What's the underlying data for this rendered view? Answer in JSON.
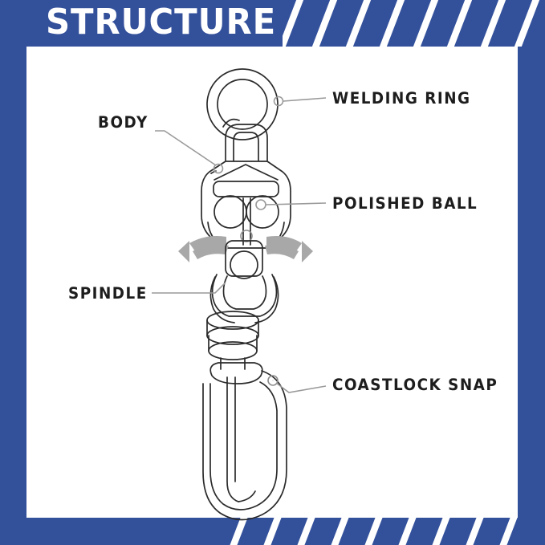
{
  "poster": {
    "title": "STRUCTURE",
    "background_color": "#33509B",
    "panel_color": "#FFFFFF",
    "stripe_color": "#FFFFFF",
    "label_color": "#1D1D1D",
    "line_color": "#9A9A9A",
    "drawing_stroke_color": "#2B2B2B",
    "swivel_arrow_color": "#9E9E9E"
  },
  "labels": {
    "welding_ring": "WELDING RING",
    "polished_ball": "POLISHED BALL",
    "coastlock_snap": "COASTLOCK SNAP",
    "body": "BODY",
    "spindle": "SPINDLE"
  },
  "diagram": {
    "subject": "ball bearing swivel with coastlock snap",
    "parts": [
      "welding ring",
      "body",
      "polished ball",
      "spindle",
      "coastlock snap"
    ]
  }
}
